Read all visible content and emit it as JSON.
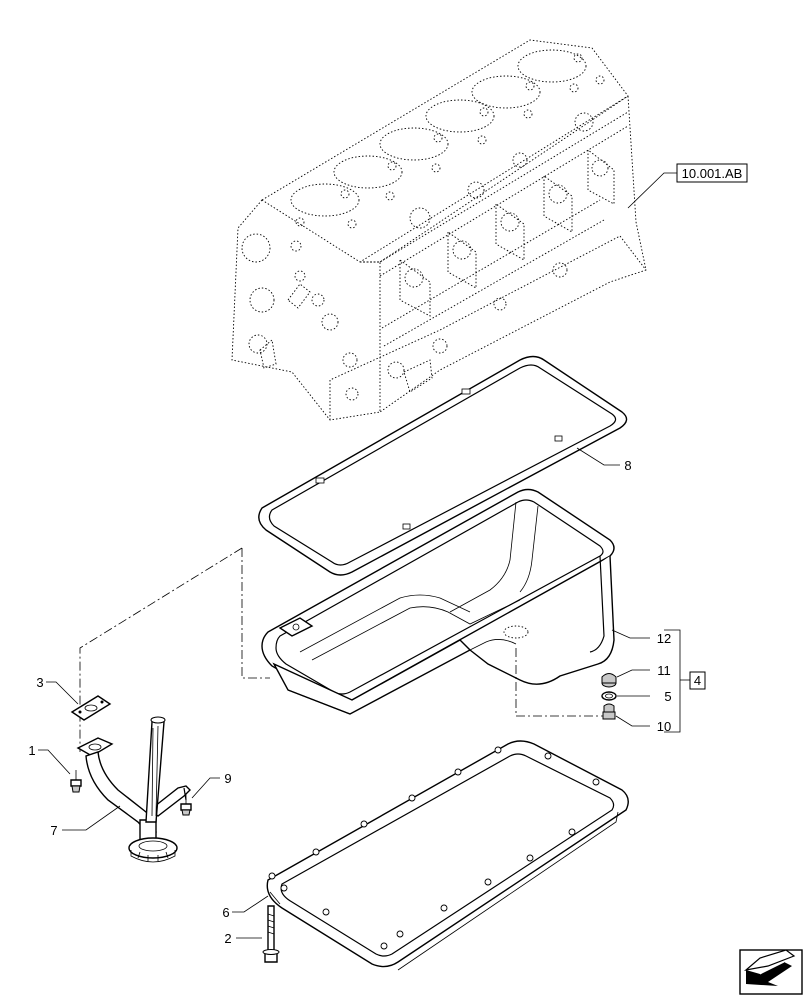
{
  "reference_box": {
    "label": "10.001.AB"
  },
  "kit_box": {
    "label": "4"
  },
  "callouts": {
    "c1": "1",
    "c2": "2",
    "c3": "3",
    "c5": "5",
    "c6": "6",
    "c7": "7",
    "c8": "8",
    "c9": "9",
    "c10": "10",
    "c11": "11",
    "c12": "12"
  },
  "nav": {
    "icon": "next-page-arrow-icon"
  }
}
